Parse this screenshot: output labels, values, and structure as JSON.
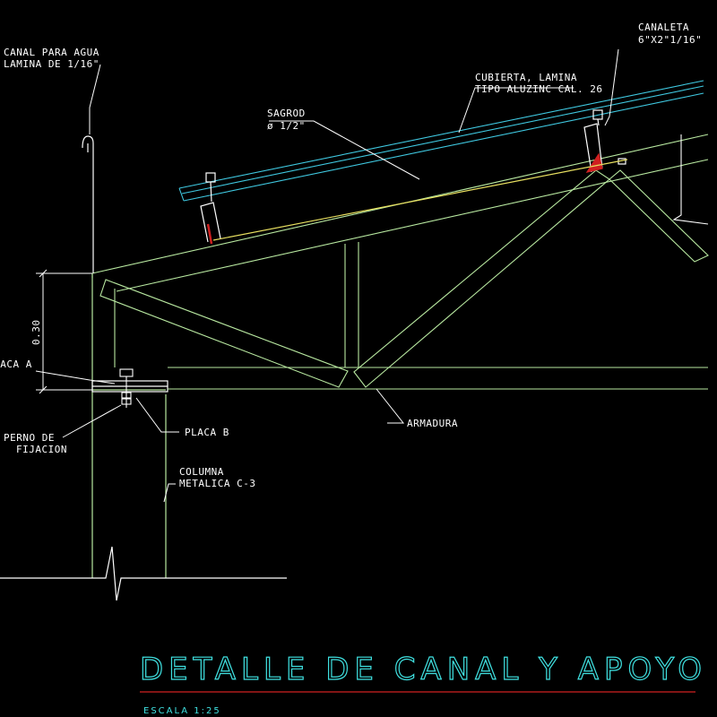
{
  "labels": {
    "canal_line1": "CANAL PARA AGUA",
    "canal_line2": "LAMINA DE 1/16\"",
    "canaleta_line1": "CANALETA",
    "canaleta_line2": "6\"X2\"1/16\"",
    "cubierta_line1": "CUBIERTA, LAMINA",
    "cubierta_line2": "TIPO ALUZINC CAL. 26",
    "sagrod_line1": "SAGROD",
    "sagrod_line2": "ø 1/2\"",
    "dimension": "0.30",
    "placa_a": "PLACA A",
    "placa_b": "PLACA B",
    "perno_line1": "PERNO DE",
    "perno_line2": "FIJACION",
    "armadura": "ARMADURA",
    "columna_line1": "COLUMNA",
    "columna_line2": "METALICA C-3"
  },
  "title": {
    "main": "DETALLE DE CANAL Y APOYO",
    "scale": "ESCALA 1:25"
  },
  "colors": {
    "background": "#000000",
    "structure": "#b8e8a0",
    "roof": "#3fc8e0",
    "sagrod": "#e8e060",
    "leader": "#ffffff",
    "accent_red": "#d02020",
    "title": "#3fe0e0"
  }
}
